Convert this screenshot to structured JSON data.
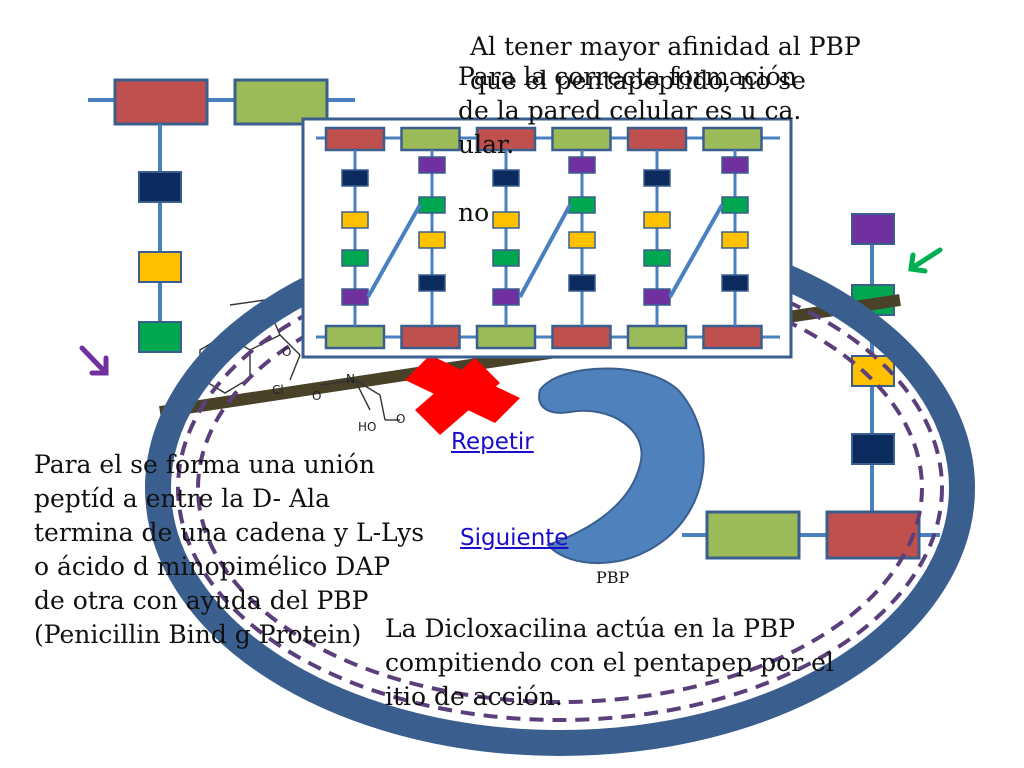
{
  "texts": {
    "top_line1": "Al tener mayor afinidad al PBP\nque el pentapeptido, no se",
    "top_line2": "Para la correcta formación\nde la pared celular es u     ca.\n                                   ular.\n\n                                  no",
    "left_paragraph": "Para el     se forma una unión\npeptíd    a entre la D- Ala\ntermina   de una cadena y L-Lys\no ácido d     minopimélico DAP\nde otra con    ayuda del PBP\n(Penicillin Bind    g Protein)",
    "bottom_paragraph": "La Dicloxacilina actúa en la PBP\ncompitiendo con el pentapep        por el\n    itio de acción.",
    "pbp_label": "PBP"
  },
  "links": {
    "repeat": "Repetir",
    "next": "Siguiente"
  },
  "chem_labels": {
    "cl": "Cl",
    "o1": "O",
    "o2": "O",
    "n": "N",
    "ho": "HO",
    "o3": "O"
  },
  "colors": {
    "cell_ring": "#3a5f8f",
    "membrane_dashed": "#5b3f7a",
    "connector": "#4a7fc0",
    "block_red": "#c0504d",
    "block_green": "#9bbb59",
    "navy": "#0b2a5e",
    "yellow": "#ffc000",
    "emerald": "#00a650",
    "purple": "#7030a0",
    "pbp_shape": "#4f81bd",
    "inhibit_x": "#ff0000",
    "arrow_purple": "#7030a0",
    "arrow_green": "#00b050",
    "strand": "#4a4228"
  }
}
